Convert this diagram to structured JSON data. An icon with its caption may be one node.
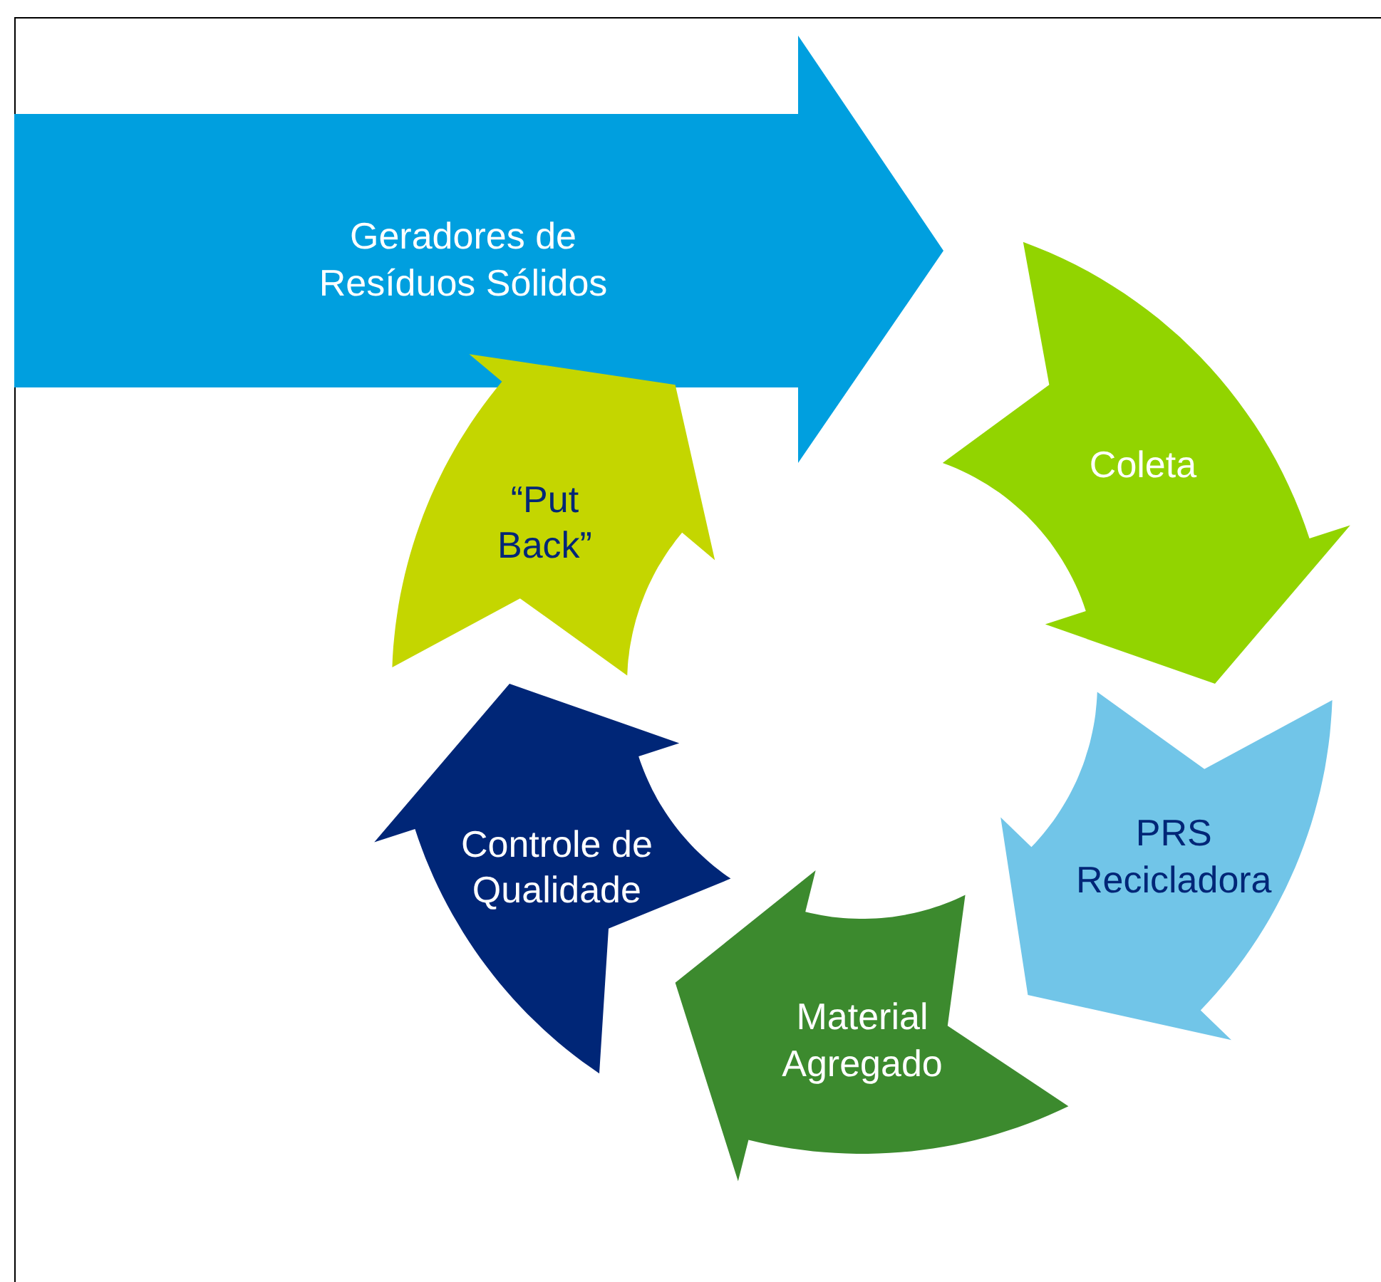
{
  "diagram": {
    "nodes": [
      {
        "text": [
          "Geradores de Resíduos Sólidos"
        ]
      },
      {
        "text": [
          "Coleta"
        ]
      },
      {
        "text": [
          "PRS Recicladora"
        ]
      },
      {
        "text": [
          "Material Agregado"
        ]
      },
      {
        "text": [
          "Controle de Qualidade"
        ]
      },
      {
        "text": [
          "“Put Back”"
        ]
      }
    ]
  }
}
